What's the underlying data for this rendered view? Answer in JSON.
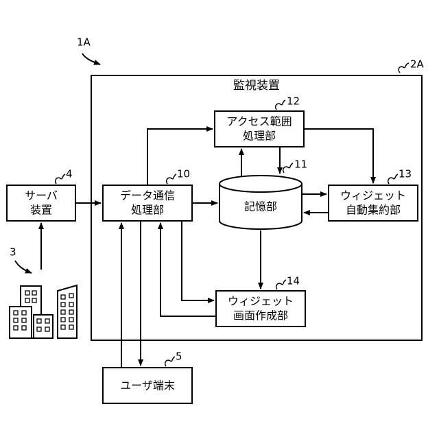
{
  "system": {
    "ref": "1A",
    "monitor_ref": "2A",
    "monitor_title": "監視装置"
  },
  "nodes": {
    "server": {
      "line1": "サーバ",
      "line2": "装置",
      "ref": "4"
    },
    "data_comm": {
      "line1": "データ通信",
      "line2": "処理部",
      "ref": "10"
    },
    "storage": {
      "label": "記憶部",
      "ref": "11"
    },
    "access": {
      "line1": "アクセス範囲",
      "line2": "処理部",
      "ref": "12"
    },
    "widget_agg": {
      "line1": "ウィジェット",
      "line2": "自動集約部",
      "ref": "13"
    },
    "widget_screen": {
      "line1": "ウィジェット",
      "line2": "画面作成部",
      "ref": "14"
    },
    "user_terminal": {
      "label": "ユーザ端末",
      "ref": "5"
    },
    "buildings": {
      "ref": "3"
    }
  }
}
